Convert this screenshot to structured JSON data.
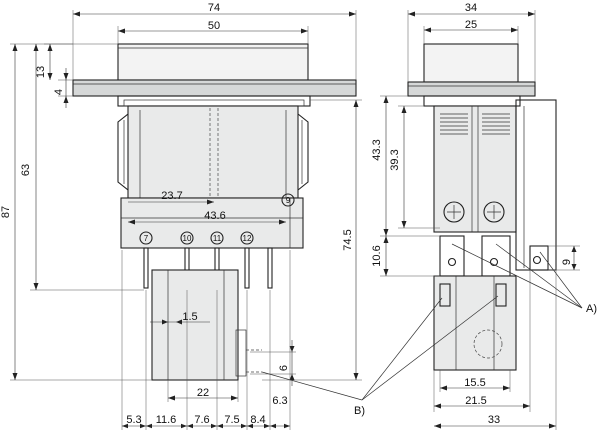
{
  "dimensions": {
    "front_total_width": "74",
    "cap_width": "50",
    "cap_height": "13",
    "flange_thickness": "4",
    "height_63": "63",
    "height_87": "87",
    "height_74_5": "74.5",
    "offset_23_7": "23.7",
    "offset_43_6": "43.6",
    "pin_1_5": "1.5",
    "offset_22": "22",
    "offset_6": "6",
    "bottom_5_3": "5.3",
    "bottom_11_6": "11.6",
    "bottom_7_6": "7.6",
    "bottom_7_5": "7.5",
    "bottom_8_4": "8.4",
    "bottom_6_3": "6.3",
    "side_total_width": "34",
    "side_cap_width": "25",
    "side_43_3": "43.3",
    "side_39_3": "39.3",
    "side_10_6": "10.6",
    "side_9": "9",
    "side_15_5": "15.5",
    "side_21_5": "21.5",
    "side_33": "33"
  },
  "terminals": {
    "t7": "7",
    "t9": "9",
    "t10": "10",
    "t11": "11",
    "t12": "12"
  },
  "callouts": {
    "a": "A)",
    "b": "B)"
  }
}
